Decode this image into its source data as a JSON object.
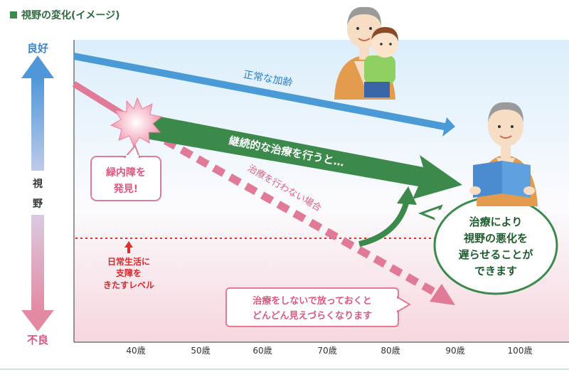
{
  "title": "視野の変化(イメージ)",
  "axis": {
    "top_label": "良好",
    "bottom_label": "不良",
    "mid_label_1": "視",
    "mid_label_2": "野",
    "ticks": [
      "40歳",
      "50歳",
      "60歳",
      "70歳",
      "80歳",
      "90歳",
      "100歳"
    ]
  },
  "lines": {
    "normal": "正常な加齢",
    "treated": "継続的な治療を行うと…",
    "untreated": "治療を行わない場合"
  },
  "callouts": {
    "discovery_1": "緑内障を",
    "discovery_2": "発見!",
    "threshold_1": "日常生活に",
    "threshold_2": "支障を",
    "threshold_3": "きたすレベル",
    "untreated_1": "治療をしないで放っておくと",
    "untreated_2": "どんどん見えづらくなります",
    "treated_1": "治療により",
    "treated_2": "視野の悪化を",
    "treated_3": "遅らせることが",
    "treated_4": "できます"
  },
  "colors": {
    "normal": "#4a9ad6",
    "treated": "#3b8a4c",
    "untreated": "#e07a97",
    "threshold": "#e0302a",
    "accent_green": "#2e6b3f"
  }
}
